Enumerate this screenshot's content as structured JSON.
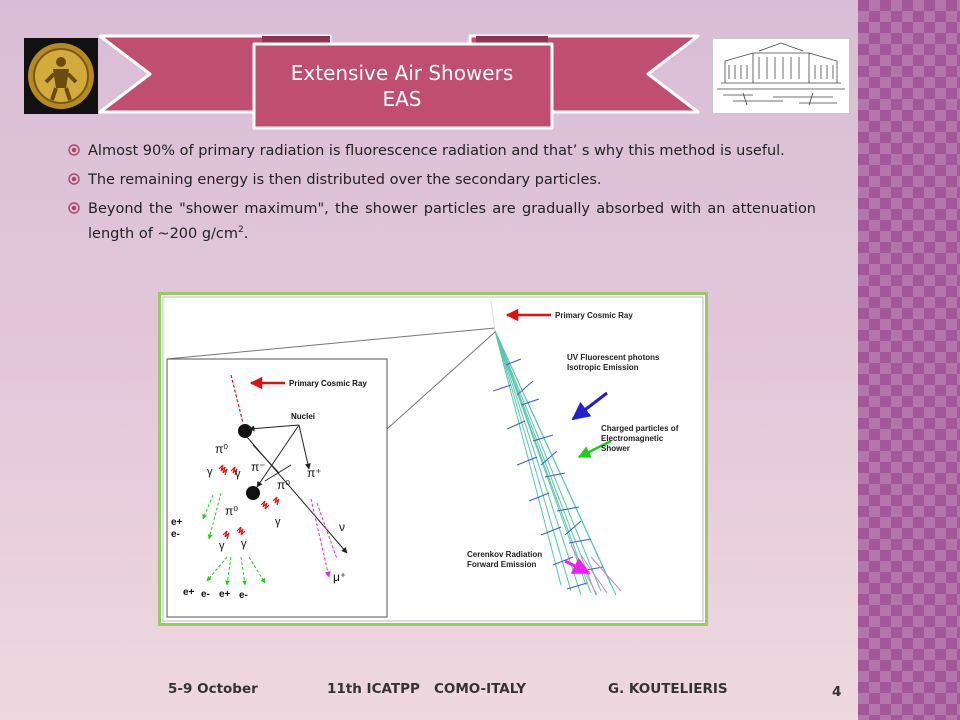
{
  "slide": {
    "title_line1": "Extensive Air Showers",
    "title_line2": "EAS",
    "bullets": [
      "Almost 90% of primary radiation is fluorescence radiation and that’ s why this method is useful.",
      "The remaining energy is then distributed over the secondary particles.",
      "Beyond the \"shower maximum\", the shower particles are gradually absorbed with an attenuation length of ~200 g/cm"
    ],
    "bullet3_sup": "2",
    "bullet3_end": "."
  },
  "figure": {
    "labels": {
      "primary_right": "Primary Cosmic Ray",
      "primary_left": "Primary Cosmic Ray",
      "uv_1": "UV Fluorescent photons",
      "uv_2": "Isotropic Emission",
      "charged_1": "Charged particles of",
      "charged_2": "Electromagnetic",
      "charged_3": "Shower",
      "cerenkov_1": "Cerenkov Radiation",
      "cerenkov_2": "Forward Emission",
      "nuclei": "Nuclei",
      "pi0_a": "π⁰",
      "pi0_b": "π⁰",
      "pi0_c": "π⁰",
      "pi_minus": "π⁻",
      "pi_plus": "π⁺",
      "gamma_1": "γ",
      "gamma_2": "γ",
      "gamma_3": "γ",
      "gamma_4": "γ",
      "gamma_5": "γ",
      "nu": "ν",
      "mu_plus": "μ⁺",
      "eplus_1": "e+",
      "eminus_1": "e-",
      "bottom_1": "e+",
      "bottom_2": "e-",
      "bottom_3": "e+",
      "bottom_4": "e-"
    }
  },
  "footer": {
    "date": "5-9 October",
    "conference": "11th ICATPP   COMO-ITALY",
    "author": "G. KOUTELIERIS",
    "page": "4"
  },
  "colors": {
    "banner": "#c04e71",
    "accent_band": "#a2579a",
    "figure_border": "#98c96b"
  }
}
